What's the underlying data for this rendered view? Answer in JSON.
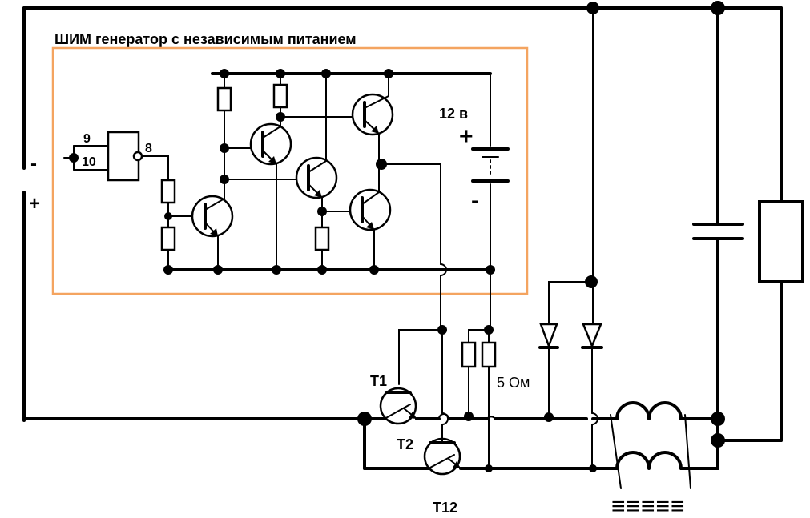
{
  "title": "ШИМ генератор с независимым питанием",
  "colors": {
    "frame": "#f4a460",
    "wire": "#000000",
    "background": "#ffffff"
  },
  "labels": {
    "pin9": "9",
    "pin10": "10",
    "pin8": "8",
    "battery_voltage": "12 в",
    "battery_plus": "+",
    "battery_minus": "-",
    "left_minus": "-",
    "left_plus": "+",
    "t1": "T1",
    "t2": "T2",
    "t12": "T12",
    "resistor": "5 Ом"
  },
  "legend_dashes": "≡≡≡≡≡"
}
